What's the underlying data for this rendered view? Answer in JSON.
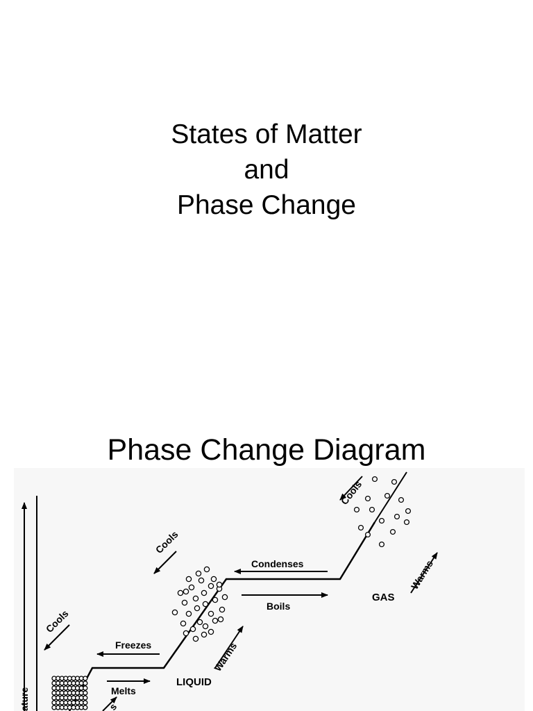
{
  "slide1": {
    "title_lines": [
      "States of Matter",
      "and",
      "Phase Change"
    ]
  },
  "slide2": {
    "title": "Phase Change Diagram",
    "diagram": {
      "axis_label": "ature",
      "states": {
        "liquid": "LIQUID",
        "gas": "GAS"
      },
      "arrows": {
        "cools": "Cools",
        "warms": "Warms",
        "freezes": "Freezes",
        "melts": "Melts",
        "condenses": "Condenses",
        "boils": "Boils",
        "partial_bottom": "s"
      }
    }
  }
}
